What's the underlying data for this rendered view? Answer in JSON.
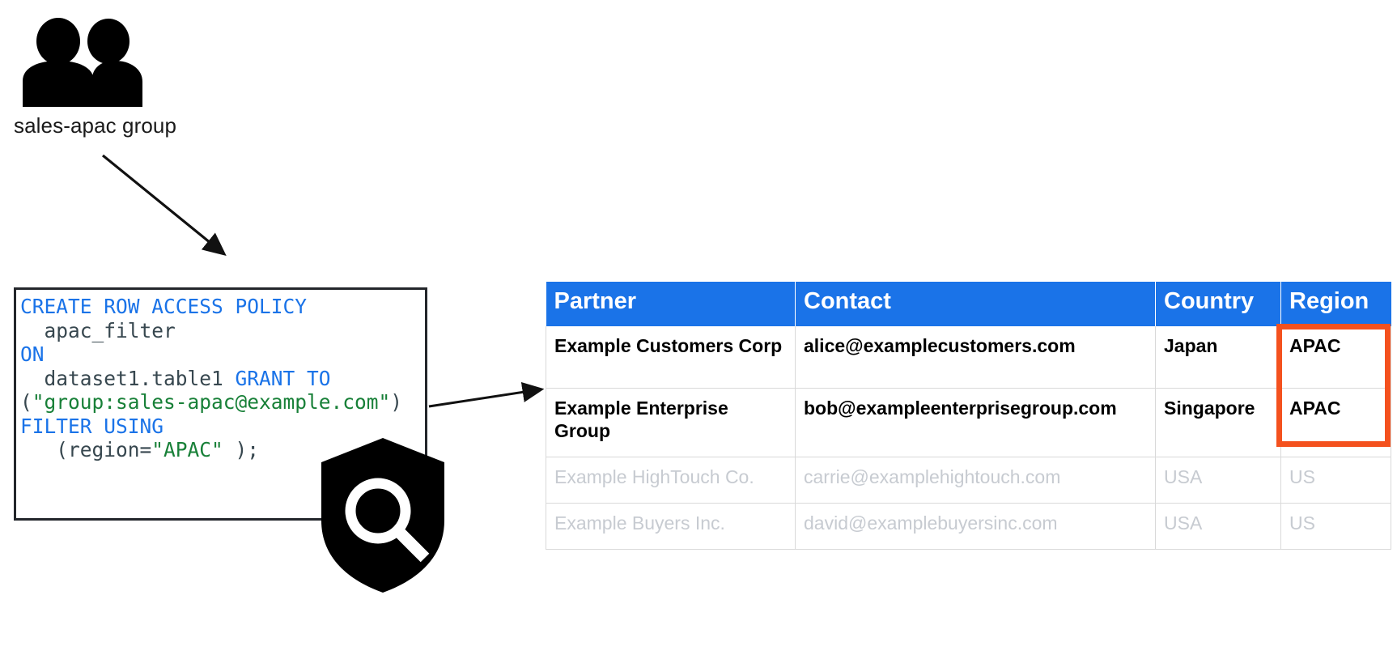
{
  "group": {
    "icon": "people-group-icon",
    "label": "sales-apac group"
  },
  "policy": {
    "icon": "shield-search-icon",
    "sql_lines": [
      {
        "segments": [
          {
            "text": "CREATE ROW ACCESS POLICY",
            "type": "keyword"
          }
        ]
      },
      {
        "segments": [
          {
            "text": "  apac_filter",
            "type": "plain"
          }
        ]
      },
      {
        "segments": [
          {
            "text": "ON",
            "type": "keyword"
          }
        ]
      },
      {
        "segments": [
          {
            "text": "  dataset1.table1 ",
            "type": "plain"
          },
          {
            "text": "GRANT TO",
            "type": "keyword"
          }
        ]
      },
      {
        "segments": [
          {
            "text": "(",
            "type": "plain"
          },
          {
            "text": "\"group:sales-apac@example.com\"",
            "type": "string"
          },
          {
            "text": ")",
            "type": "plain"
          }
        ]
      },
      {
        "segments": [
          {
            "text": "FILTER USING",
            "type": "keyword"
          }
        ]
      },
      {
        "segments": [
          {
            "text": "   (region=",
            "type": "plain"
          },
          {
            "text": "\"APAC\"",
            "type": "string"
          },
          {
            "text": " );",
            "type": "plain"
          }
        ]
      }
    ],
    "sql_plain": "CREATE ROW ACCESS POLICY\n  apac_filter\nON\n  dataset1.table1 GRANT TO\n(\"group:sales-apac@example.com\")\nFILTER USING\n   (region=\"APAC\" );"
  },
  "table": {
    "columns": [
      "Partner",
      "Contact",
      "Country",
      "Region"
    ],
    "rows": [
      {
        "visible": true,
        "cells": [
          "Example Customers Corp",
          "alice@examplecustomers.com",
          "Japan",
          "APAC"
        ]
      },
      {
        "visible": true,
        "cells": [
          "Example Enterprise Group",
          "bob@exampleenterprisegroup.com",
          "Singapore",
          "APAC"
        ]
      },
      {
        "visible": false,
        "cells": [
          "Example HighTouch Co.",
          "carrie@examplehightouch.com",
          "USA",
          "US"
        ]
      },
      {
        "visible": false,
        "cells": [
          "Example Buyers Inc.",
          "david@examplebuyersinc.com",
          "USA",
          "US"
        ]
      }
    ]
  },
  "colors": {
    "header_blue": "#1a73e8",
    "highlight_red": "#f4511e",
    "keyword_blue": "#1a73e8",
    "string_green": "#188038",
    "code_text": "#37474f",
    "hidden_row_gray": "#c7cbd1"
  }
}
